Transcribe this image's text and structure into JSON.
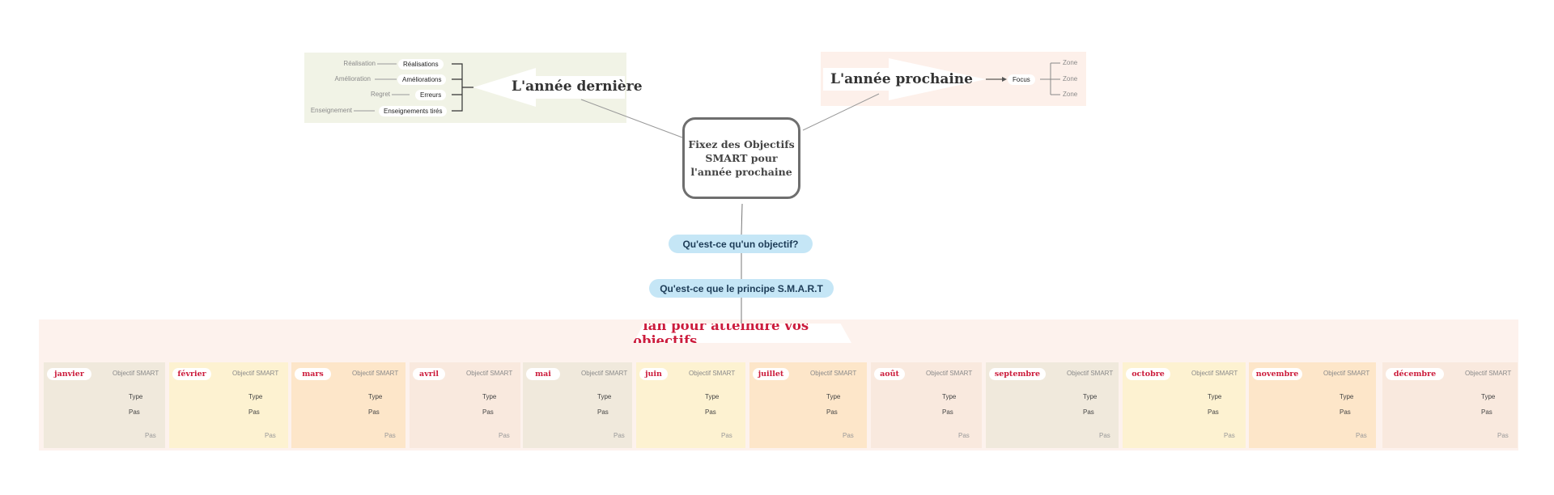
{
  "center": {
    "title": "Fixez des Objectifs SMART pour l'année prochaine"
  },
  "last_year": {
    "title": "L'année dernière",
    "rows": [
      {
        "label": "Réalisation",
        "value": "Réalisations"
      },
      {
        "label": "Amélioration",
        "value": "Améliorations"
      },
      {
        "label": "Regret",
        "value": "Erreurs"
      },
      {
        "label": "Enseignement",
        "value": "Enseignements tirés"
      }
    ]
  },
  "next_year": {
    "title": "L'année prochaine",
    "focus": "Focus",
    "zones": [
      "Zone",
      "Zone",
      "Zone"
    ]
  },
  "questions": {
    "q1": "Qu'est-ce qu'un objectif?",
    "q2": "Qu'est-ce que le principe S.M.A.R.T"
  },
  "plan": {
    "title": "Plan pour atteindre vos objectifs",
    "goal_label": "Objectif SMART",
    "type_label": "Type",
    "step_label": "Pas",
    "months": [
      {
        "name": "janvier",
        "color": "#f0e9dc"
      },
      {
        "name": "février",
        "color": "#fdf2d1"
      },
      {
        "name": "mars",
        "color": "#fde6c9"
      },
      {
        "name": "avril",
        "color": "#f9e9de"
      },
      {
        "name": "mai",
        "color": "#f0e9dc"
      },
      {
        "name": "juin",
        "color": "#fdf2d1"
      },
      {
        "name": "juillet",
        "color": "#fde6c9"
      },
      {
        "name": "août",
        "color": "#f9e9de"
      },
      {
        "name": "septembre",
        "color": "#f0e9dc"
      },
      {
        "name": "octobre",
        "color": "#fdf2d1"
      },
      {
        "name": "novembre",
        "color": "#fde6c9"
      },
      {
        "name": "décembre",
        "color": "#f9e9de"
      }
    ]
  }
}
